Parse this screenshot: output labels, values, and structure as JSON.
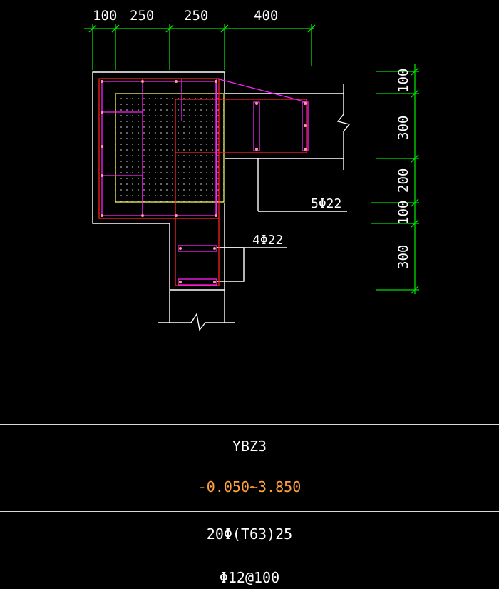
{
  "top_dimensions": [
    "100",
    "250",
    "250",
    "400"
  ],
  "right_dimensions": [
    "100",
    "300",
    "200",
    "100",
    "300"
  ],
  "labels": {
    "right_bars": "5Φ22",
    "bottom_bars": "4Φ22"
  },
  "table": {
    "name": "YBZ3",
    "elevation": "-0.050~3.850",
    "longitudinal": "20Φ(T63)25",
    "stirrup": "Φ12@100"
  },
  "colors": {
    "background": "#000000",
    "dimension": "#00dd00",
    "outline": "#ffffff",
    "rebar": "#ff2020",
    "tie": "#ff20ff",
    "core": "#ffff66",
    "elevation_text": "#ffa040"
  }
}
